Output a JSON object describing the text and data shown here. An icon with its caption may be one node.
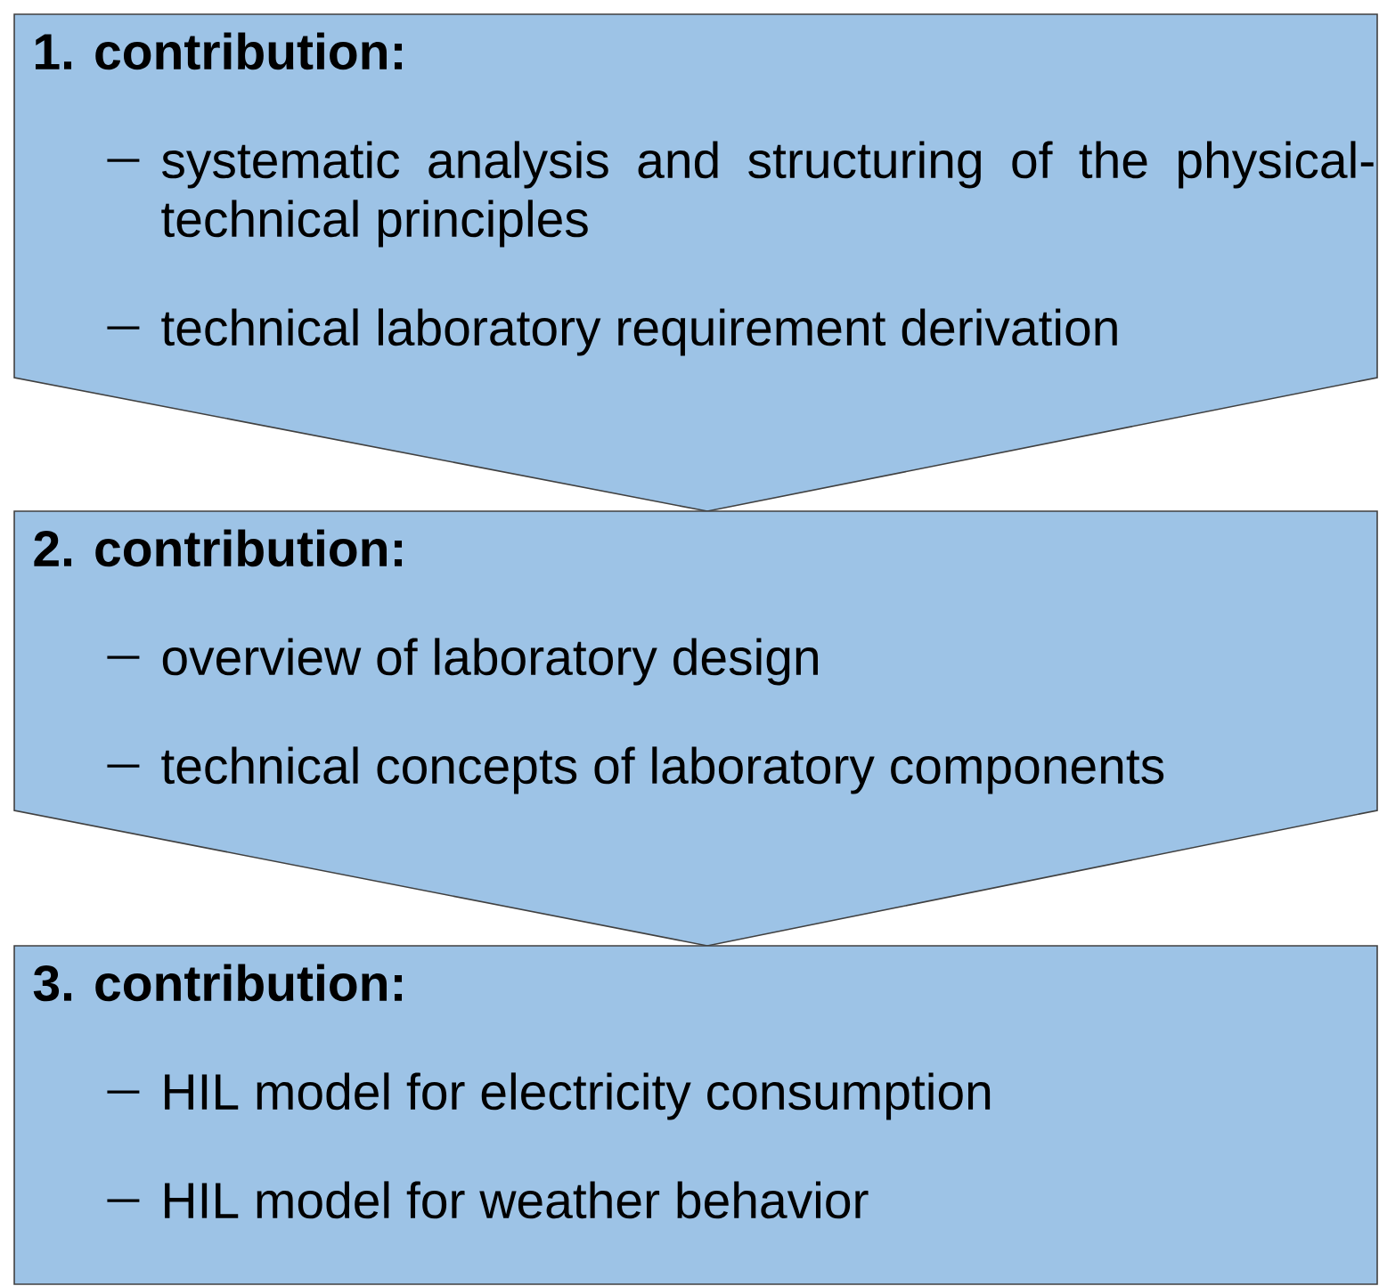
{
  "diagram": {
    "nodes": [
      {
        "text": [
          "1. contribution:",
          "systematic analysis and structuring of the physical-technical principles",
          "technical laboratory requirement derivation"
        ]
      },
      {
        "text": [
          "2. contribution:",
          "overview of laboratory design",
          "technical concepts of laboratory components"
        ]
      },
      {
        "text": [
          "3. contribution:",
          "HIL model for electricity consumption",
          "HIL model for weather behavior"
        ]
      }
    ]
  }
}
